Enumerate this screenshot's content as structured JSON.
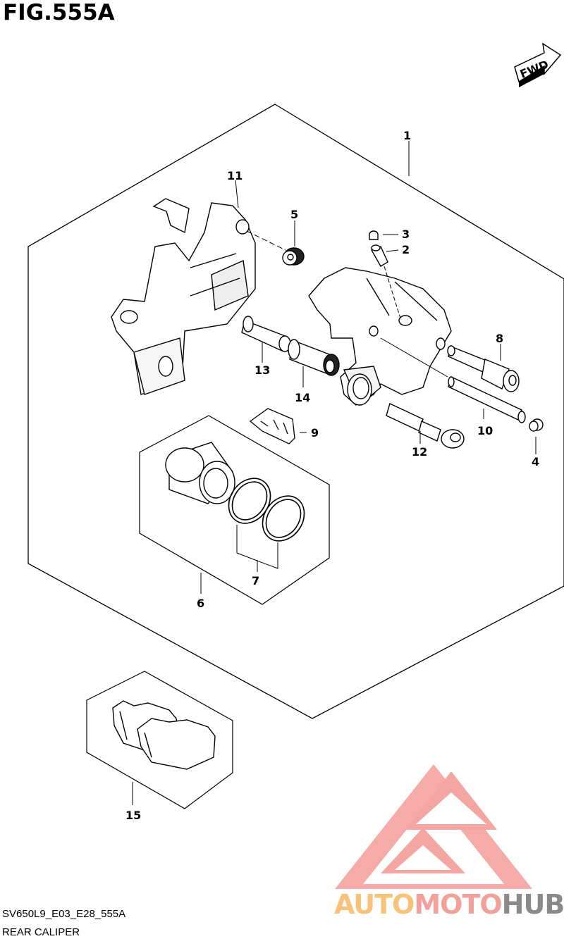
{
  "figure": {
    "title": "FIG.555A",
    "model_code": "SV650L9_E03_E28_555A",
    "name": "REAR CALIPER",
    "fwd_label": "FWD"
  },
  "callouts": [
    {
      "id": "1",
      "label": "1"
    },
    {
      "id": "2",
      "label": "2"
    },
    {
      "id": "3",
      "label": "3"
    },
    {
      "id": "4",
      "label": "4"
    },
    {
      "id": "5",
      "label": "5"
    },
    {
      "id": "6",
      "label": "6"
    },
    {
      "id": "7",
      "label": "7"
    },
    {
      "id": "8",
      "label": "8"
    },
    {
      "id": "9",
      "label": "9"
    },
    {
      "id": "10",
      "label": "10"
    },
    {
      "id": "11",
      "label": "11"
    },
    {
      "id": "12",
      "label": "12"
    },
    {
      "id": "13",
      "label": "13"
    },
    {
      "id": "14",
      "label": "14"
    },
    {
      "id": "15",
      "label": "15"
    }
  ],
  "watermark": {
    "part1": "AUTO",
    "part2": "MOTO",
    "part3": "HUB",
    "color_orange": "#f7c27a",
    "color_pink": "#f2a19a",
    "color_gray": "#8a8a8a",
    "logo_color": "#f4a6a2"
  }
}
